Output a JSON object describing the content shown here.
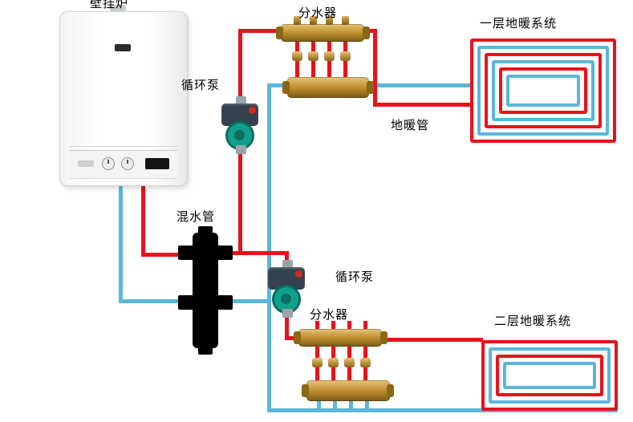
{
  "labels": {
    "boiler": "壁挂炉",
    "manifold_floor1": "分水器",
    "pump_floor1": "循环泵",
    "floor1_system": "一层地暖系统",
    "heating_pipe": "地暖管",
    "mixing_pipe": "混水管",
    "pump_floor2": "循环泵",
    "manifold_floor2": "分水器",
    "floor2_system": "二层地暖系统"
  },
  "colors": {
    "supply_pipe": "#e8121c",
    "return_pipe": "#5bb6d9",
    "manifold_brass": "#b98a2b",
    "pump_body": "#12a08e",
    "mixing_tank": "#000000",
    "background": "#ffffff"
  }
}
